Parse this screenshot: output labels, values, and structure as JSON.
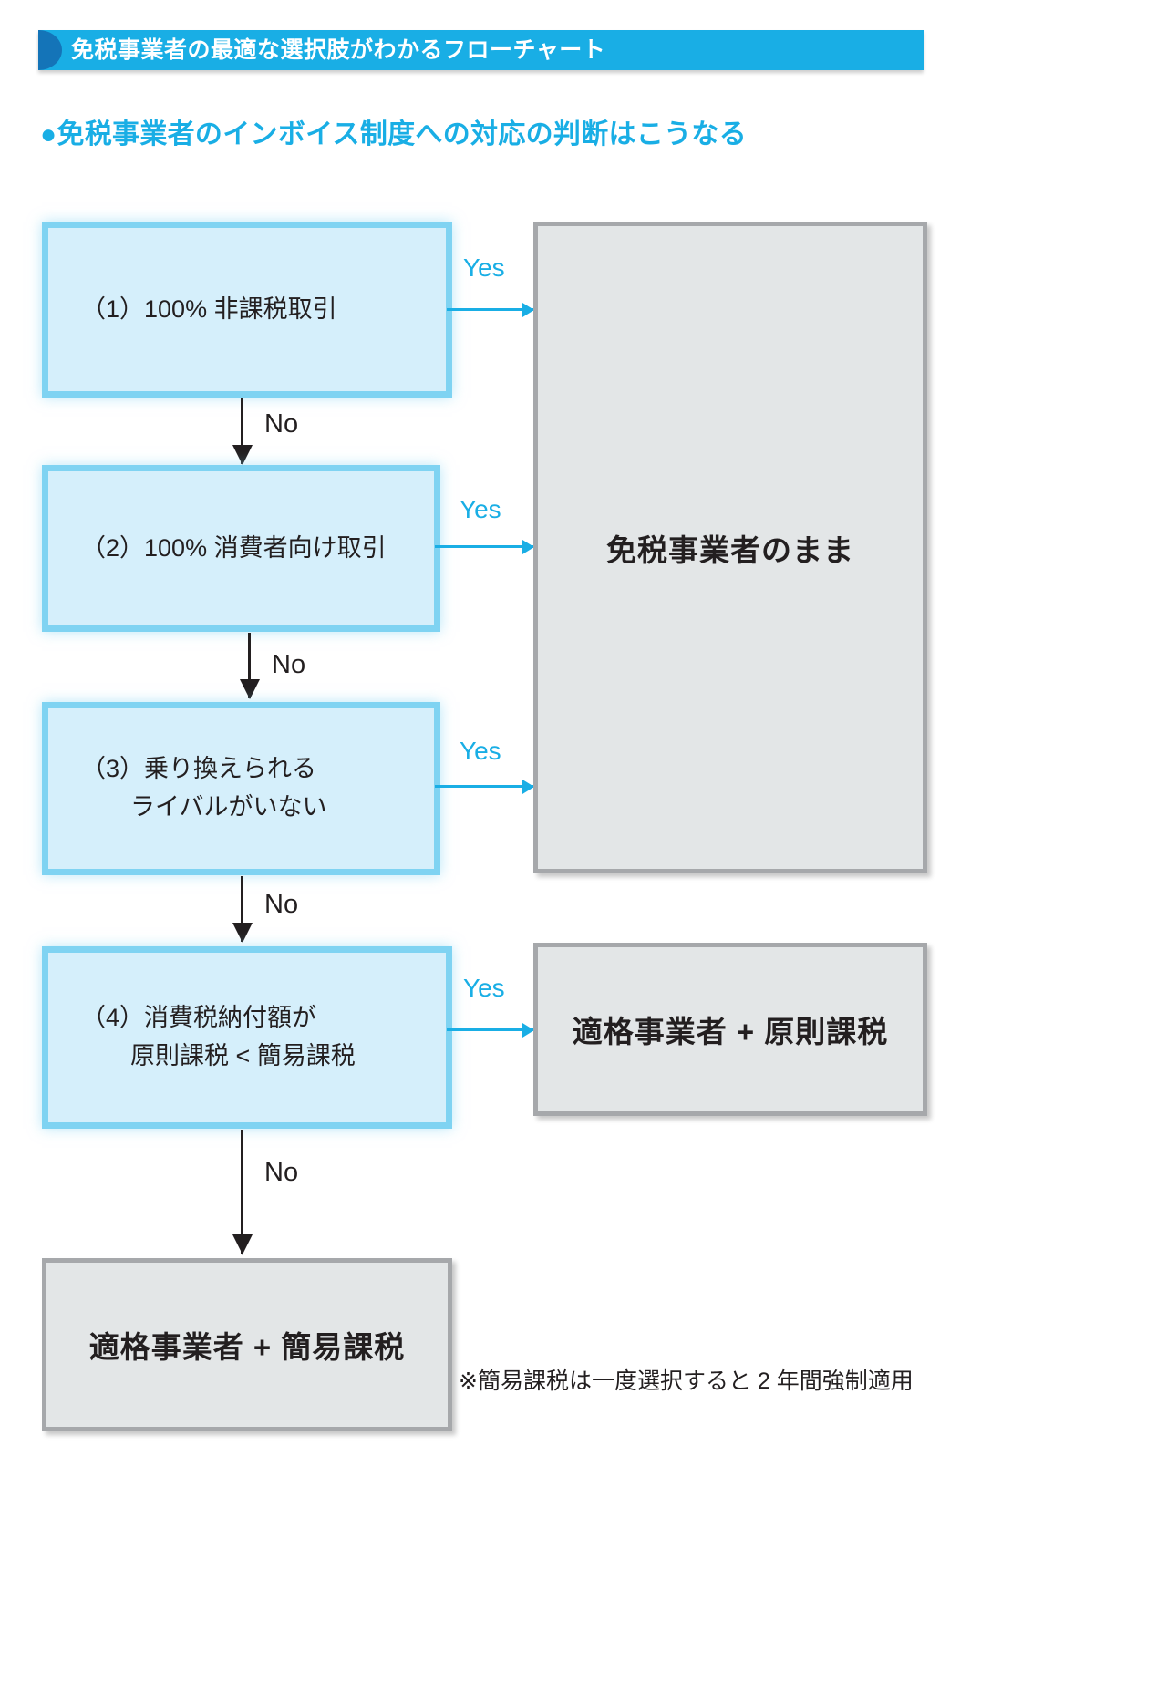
{
  "header": {
    "title": "免税事業者の最適な選択肢がわかるフローチャート",
    "bar_color": "#19aee5",
    "cap_color": "#1474b8",
    "title_color": "#ffffff"
  },
  "subtitle": {
    "text": "●免税事業者のインボイス制度への対応の判断はこうなる",
    "color": "#19aee5"
  },
  "colors": {
    "decision_fill": "#d5effb",
    "decision_border": "#7fd3f2",
    "outcome_fill": "#e3e6e7",
    "outcome_border": "#a6a8ab",
    "yes_color": "#19aee5",
    "no_color": "#231f20",
    "text_color": "#231f20"
  },
  "flow": {
    "decisions": [
      {
        "id": "1",
        "text": "（1）100% 非課税取引",
        "yes_label": "Yes",
        "no_label": "No"
      },
      {
        "id": "2",
        "text": "（2）100% 消費者向け取引",
        "yes_label": "Yes",
        "no_label": "No"
      },
      {
        "id": "3",
        "text": "（3）乗り換えられる\n　　ライバルがいない",
        "yes_label": "Yes",
        "no_label": "No"
      },
      {
        "id": "4",
        "text": "（4）消費税納付額が\n　　原則課税 < 簡易課税",
        "yes_label": "Yes",
        "no_label": "No"
      }
    ],
    "outcomes": [
      {
        "id": "stay-exempt",
        "text": "免税事業者のまま"
      },
      {
        "id": "qualified-principle",
        "text": "適格事業者 + 原則課税"
      },
      {
        "id": "qualified-simplified",
        "text": "適格事業者 + 簡易課税"
      }
    ]
  },
  "footnote": {
    "text": "※簡易課税は一度選択すると 2 年間強制適用"
  },
  "chart_data": {
    "type": "table",
    "title": "免税事業者の最適な選択肢がわかるフローチャート",
    "nodes": [
      {
        "key": "q1",
        "label": "（1）100% 非課税取引",
        "kind": "decision"
      },
      {
        "key": "q2",
        "label": "（2）100% 消費者向け取引",
        "kind": "decision"
      },
      {
        "key": "q3",
        "label": "（3）乗り換えられるライバルがいない",
        "kind": "decision"
      },
      {
        "key": "q4",
        "label": "（4）消費税納付額が 原則課税 < 簡易課税",
        "kind": "decision"
      },
      {
        "key": "o1",
        "label": "免税事業者のまま",
        "kind": "outcome"
      },
      {
        "key": "o2",
        "label": "適格事業者 + 原則課税",
        "kind": "outcome"
      },
      {
        "key": "o3",
        "label": "適格事業者 + 簡易課税",
        "kind": "outcome"
      }
    ],
    "edges": [
      {
        "from": "q1",
        "to": "o1",
        "label": "Yes"
      },
      {
        "from": "q1",
        "to": "q2",
        "label": "No"
      },
      {
        "from": "q2",
        "to": "o1",
        "label": "Yes"
      },
      {
        "from": "q2",
        "to": "q3",
        "label": "No"
      },
      {
        "from": "q3",
        "to": "o1",
        "label": "Yes"
      },
      {
        "from": "q3",
        "to": "q4",
        "label": "No"
      },
      {
        "from": "q4",
        "to": "o2",
        "label": "Yes"
      },
      {
        "from": "q4",
        "to": "o3",
        "label": "No"
      }
    ]
  }
}
